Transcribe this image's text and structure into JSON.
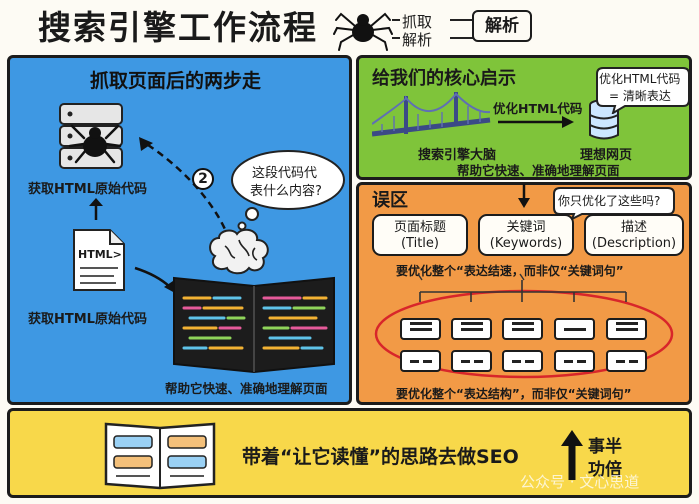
{
  "header": {
    "title": "搜索引擎工作流程",
    "crawl": "抓取",
    "parse": "解析",
    "parse_badge": "解析"
  },
  "left_panel": {
    "title": "抓取页面后的两步走",
    "get_code_top": "获取HTML原始代码",
    "get_code_bottom": "获取HTML原始代码",
    "file_label": "HTML>",
    "step_number": "2",
    "thought_line1": "这段代码代",
    "thought_line2": "表什么内容?",
    "help_text": "帮助它快速、准确地理解页面"
  },
  "insight_panel": {
    "title": "给我们的核心启示",
    "optimize_label": "优化HTML代码",
    "callout_line1": "优化HTML代码",
    "callout_line2": "= 清晰表达",
    "brain_label": "搜索引擎大脑",
    "ideal_label": "理想网页",
    "help_text": "帮助它快速、准确地理解页面"
  },
  "myth_panel": {
    "title": "误区",
    "question": "你只优化了这些吗?",
    "boxes": [
      {
        "line1": "页面标题",
        "line2": "(Title)"
      },
      {
        "line1": "关键词",
        "line2": "(Keywords)"
      },
      {
        "line1": "描述",
        "line2": "(Description)"
      }
    ],
    "caption_top": "要优化整个“表达结速，而非仅“关键词句”",
    "caption_bottom": "要优化整个“表达结构”，而非仅“关键词句”"
  },
  "bottom": {
    "slogan": "带着“让它读懂”的思路去做SEO",
    "result_line1": "事半",
    "result_line2": "功倍",
    "watermark": "公众号 · 文心思道"
  },
  "colors": {
    "blue_panel": "#3e98e3",
    "green_panel": "#7fc43a",
    "orange_panel": "#f29a46",
    "yellow_panel": "#f8d84a",
    "red_ellipse": "#d8262a"
  }
}
